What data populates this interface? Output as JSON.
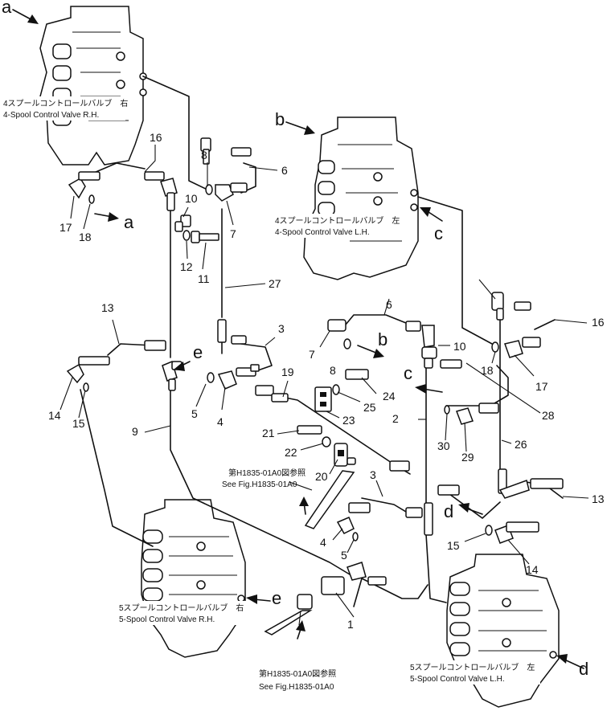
{
  "valves": {
    "top_right_jp": "4スプールコントロールバルブ　右",
    "top_right_en": "4-Spool Control Valve R.H.",
    "mid_left_jp": "4スプールコントロールバルブ　左",
    "mid_left_en": "4-Spool Control Valve L.H.",
    "bot_right_jp": "5スプールコントロールバルブ　右",
    "bot_right_en": "5-Spool Control Valve R.H.",
    "bot_left_jp": "5スプールコントロールバルブ　左",
    "bot_left_en": "5-Spool Control Valve L.H."
  },
  "refs": {
    "ref1_jp": "第H1835-01A0図参照",
    "ref1_en": "See Fig.H1835-01A0",
    "ref2_jp": "第H1835-01A0図参照",
    "ref2_en": "See Fig.H1835-01A0"
  },
  "letters": [
    "a",
    "a",
    "b",
    "b",
    "c",
    "c",
    "d",
    "d",
    "e",
    "e"
  ],
  "numbers": [
    "16",
    "8",
    "6",
    "17",
    "18",
    "10",
    "7",
    "12",
    "11",
    "27",
    "13",
    "3",
    "e",
    "7",
    "8",
    "6",
    "10",
    "16",
    "18",
    "17",
    "5",
    "4",
    "19",
    "24",
    "25",
    "23",
    "28",
    "14",
    "15",
    "9",
    "2",
    "21",
    "22",
    "20",
    "30",
    "29",
    "26",
    "3",
    "13",
    "4",
    "5",
    "15",
    "14",
    "1"
  ]
}
